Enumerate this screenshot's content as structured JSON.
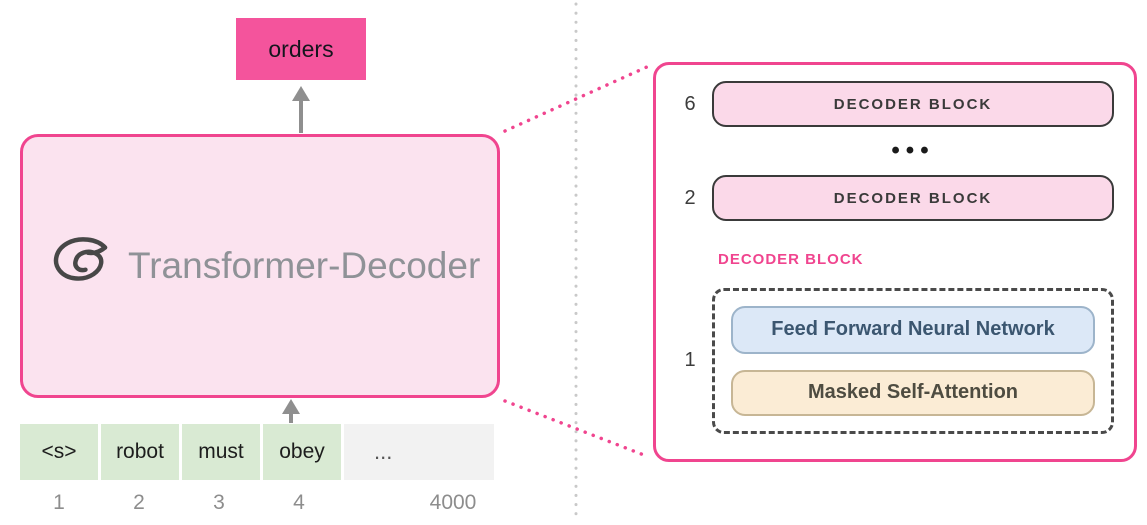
{
  "left": {
    "output_token": "orders",
    "model_name": "Transformer-Decoder",
    "model_logo_icon": "swirl-logo",
    "tokens": [
      "<s>",
      "robot",
      "must",
      "obey",
      "..."
    ],
    "positions": [
      "1",
      "2",
      "3",
      "4",
      "4000"
    ]
  },
  "right": {
    "stack": [
      {
        "num": "6",
        "label": "DECODER BLOCK"
      },
      {
        "num": "2",
        "label": "DECODER BLOCK"
      }
    ],
    "ellipsis": "•••",
    "detail_heading": "DECODER BLOCK",
    "detail_num": "1",
    "ffnn_label": "Feed Forward Neural Network",
    "masked_attention_label": "Masked Self-Attention"
  },
  "colors": {
    "accent_pink": "#f0458f",
    "output_box_pink": "#f4549c",
    "model_box_fill": "#fbe3ef",
    "decoder_block_fill": "#fbd9e9",
    "ffnn_fill": "#dce8f7",
    "masked_attention_fill": "#fbecd5",
    "token_fill_green": "#d9ead3",
    "token_fill_gray": "#f2f2f2",
    "arrow_gray": "#8f8f8f"
  }
}
